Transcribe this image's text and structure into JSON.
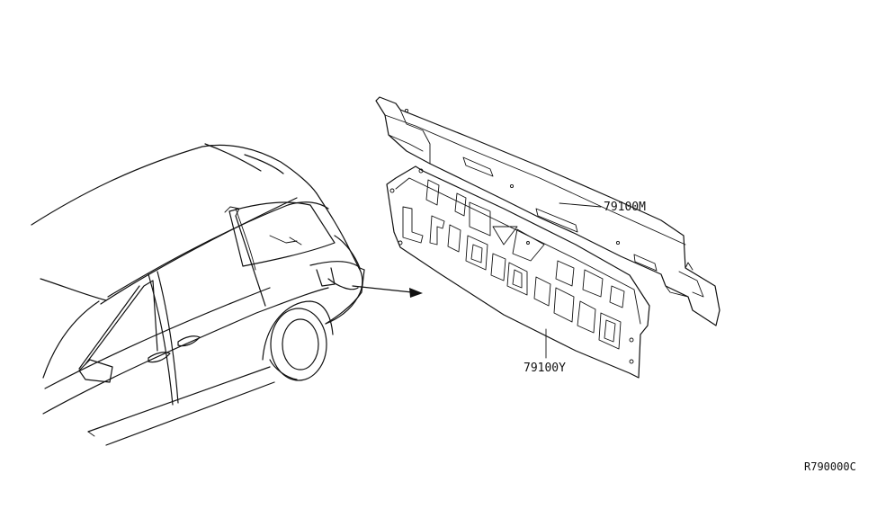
{
  "callouts": {
    "top_panel": "79100M",
    "bottom_panel": "79100Y"
  },
  "diagram_code": "R790000C"
}
